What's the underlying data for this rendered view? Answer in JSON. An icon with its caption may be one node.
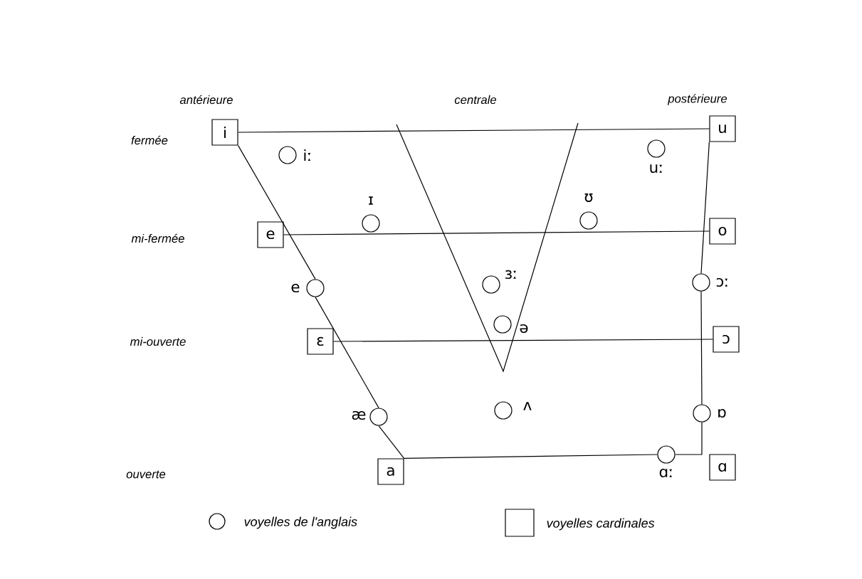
{
  "diagram": {
    "nodes": [
      {
        "text": [
          "i"
        ]
      },
      {
        "text": [
          "u"
        ]
      },
      {
        "text": [],
        "shape": "circle",
        "beside": [
          "iː"
        ]
      },
      {
        "text": [],
        "shape": "circle",
        "beside": [
          "uː"
        ]
      },
      {
        "text": [],
        "shape": "circle",
        "beside": [
          "ɪ"
        ]
      },
      {
        "text": [],
        "shape": "circle",
        "beside": [
          "ʊ"
        ]
      },
      {
        "text": [
          "e"
        ]
      },
      {
        "text": [
          "o"
        ]
      },
      {
        "text": [],
        "shape": "circle",
        "beside": [
          "ɜː"
        ]
      },
      {
        "text": [],
        "shape": "circle",
        "beside": [
          "e"
        ]
      },
      {
        "text": [],
        "shape": "circle",
        "beside": [
          "ɔː"
        ]
      },
      {
        "text": [],
        "shape": "circle",
        "beside": [
          "ə"
        ]
      },
      {
        "text": [
          "ɛ"
        ]
      },
      {
        "text": [
          "ɔ"
        ]
      },
      {
        "text": [],
        "shape": "circle",
        "beside": [
          "ʌ"
        ]
      },
      {
        "text": [],
        "shape": "circle",
        "beside": [
          "æ"
        ]
      },
      {
        "text": [],
        "shape": "circle",
        "beside": [
          "ɒ"
        ]
      },
      {
        "text": [],
        "shape": "circle",
        "beside": [
          "ɑː"
        ]
      },
      {
        "text": [
          "a"
        ]
      },
      {
        "text": [
          "ɑ"
        ]
      }
    ],
    "edges": [
      {
        "from": 0,
        "to": 1,
        "arrow": "none"
      },
      {
        "from": 0,
        "to": 9,
        "arrow": "none"
      },
      {
        "from": 9,
        "to": 15,
        "arrow": "none"
      },
      {
        "from": 15,
        "to": 18,
        "arrow": "none"
      },
      {
        "from": 6,
        "to": 7,
        "arrow": "none"
      },
      {
        "from": 12,
        "to": 13,
        "arrow": "none"
      },
      {
        "from": 18,
        "to": 17,
        "arrow": "none"
      },
      {
        "from": 1,
        "to": 10,
        "arrow": "none"
      },
      {
        "from": 10,
        "to": 16,
        "arrow": "none"
      },
      {
        "from": 16,
        "to": 17,
        "arrow": "none"
      }
    ],
    "labels": [
      "antérieure",
      "centrale",
      "postérieure",
      "fermée",
      "mi-fermée",
      "mi-ouverte",
      "ouverte"
    ],
    "legend": [
      {
        "text": "voyelles de l'anglais"
      },
      {
        "text": "voyelles cardinales"
      }
    ]
  }
}
